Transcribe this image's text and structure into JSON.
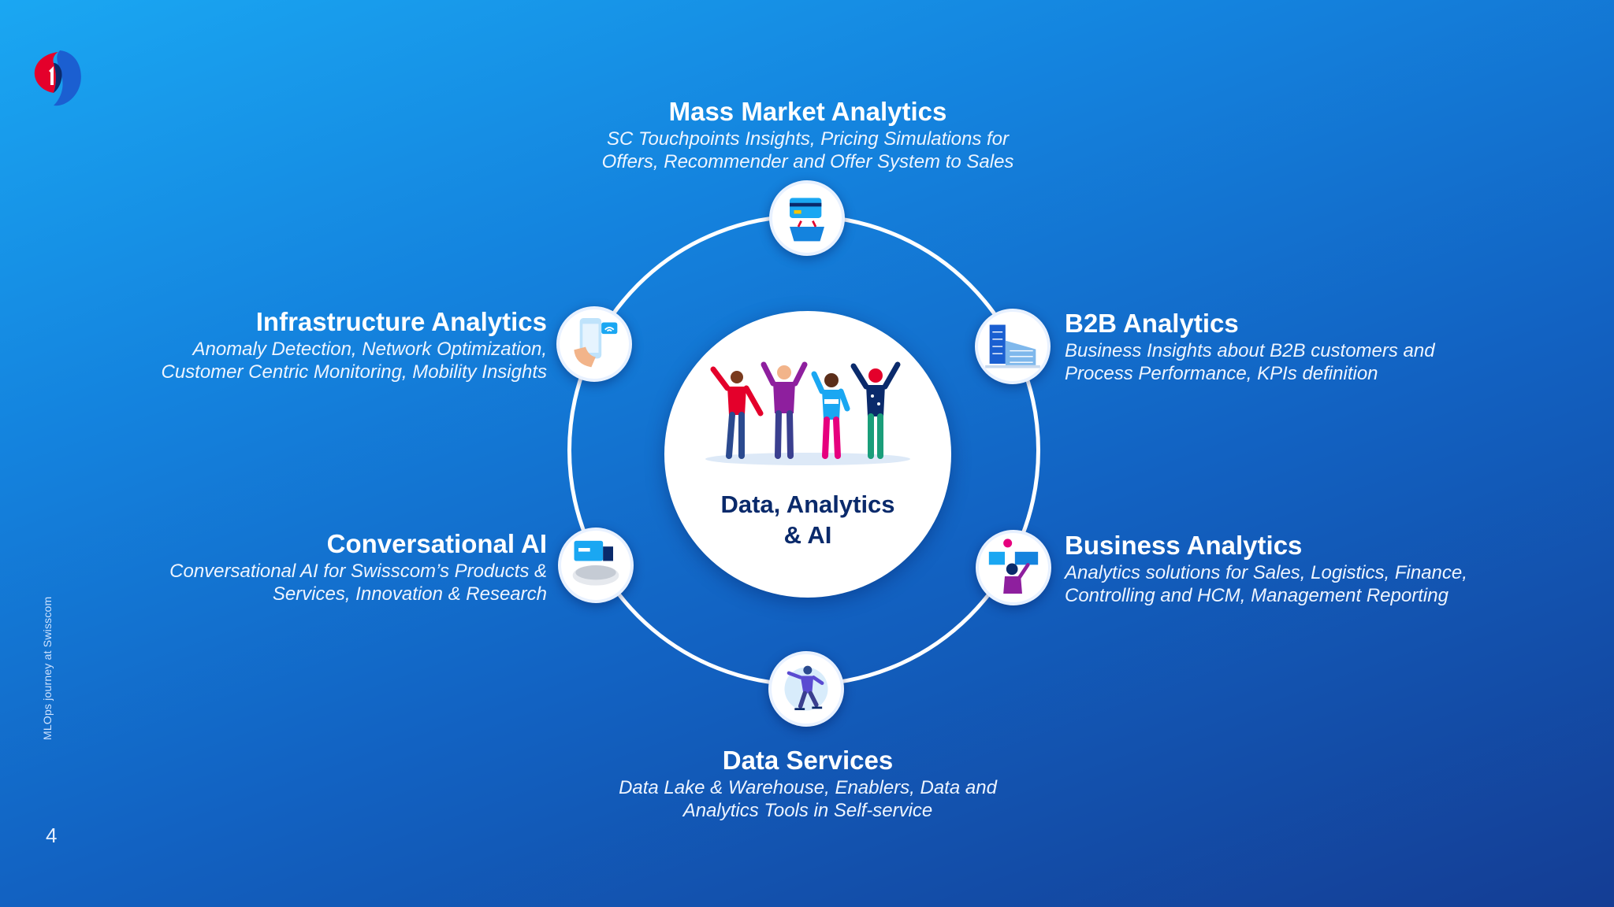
{
  "slide": {
    "side_caption": "MLOps journey at Swisscom",
    "page_number": "4"
  },
  "center": {
    "title_line1": "Data, Analytics",
    "title_line2": "& AI"
  },
  "segments": {
    "mass_market": {
      "title": "Mass Market Analytics",
      "desc_line1": "SC Touchpoints Insights, Pricing Simulations for",
      "desc_line2": "Offers, Recommender and Offer System to Sales"
    },
    "b2b": {
      "title": "B2B Analytics",
      "desc_line1": "Business Insights about B2B customers and",
      "desc_line2": "Process Performance, KPIs definition"
    },
    "business": {
      "title": "Business Analytics",
      "desc_line1": "Analytics solutions for Sales, Logistics, Finance,",
      "desc_line2": "Controlling and HCM, Management Reporting"
    },
    "data_services": {
      "title": "Data Services",
      "desc_line1": "Data Lake & Warehouse, Enablers, Data and",
      "desc_line2": "Analytics Tools in Self-service"
    },
    "conversational": {
      "title": "Conversational AI",
      "desc_line1": "Conversational AI for Swisscom’s Products &",
      "desc_line2": "Services, Innovation & Research"
    },
    "infrastructure": {
      "title": "Infrastructure Analytics",
      "desc_line1": "Anomaly Detection, Network Optimization,",
      "desc_line2": "Customer Centric Monitoring, Mobility Insights"
    }
  },
  "icons": {
    "logo": "swisscom-logo",
    "mass_market": "credit-card-basket-icon",
    "b2b": "office-buildings-icon",
    "business": "analyst-dashboard-icon",
    "data_services": "skater-icon",
    "conversational": "chat-device-icon",
    "infrastructure": "smartphone-wifi-icon"
  },
  "colors": {
    "accent_red": "#e4002b",
    "navy": "#0a2a6b",
    "background_top": "#1aa7f2",
    "background_bottom": "#143d94"
  }
}
